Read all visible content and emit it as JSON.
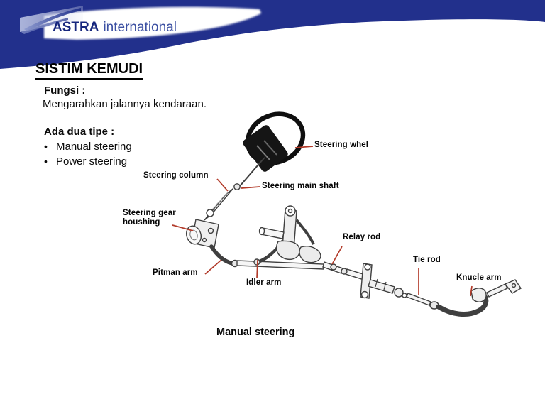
{
  "brand": {
    "name_bold": "ASTRA",
    "name_light": "international"
  },
  "slide": {
    "title": "SISTIM KEMUDI",
    "function_heading": "Fungsi :",
    "function_body": "Mengarahkan jalannya kendaraan.",
    "types_heading": "Ada dua tipe :",
    "bullet_glyph": "•",
    "types": [
      {
        "label": "Manual steering"
      },
      {
        "label": "Power steering"
      }
    ]
  },
  "diagram": {
    "caption": "Manual steering",
    "labels": {
      "steering_wheel": "Steering whel",
      "steering_column": "Steering column",
      "steering_main_shaft": "Steering main shaft",
      "steering_gear_housing": [
        "Steering gear",
        "houshing"
      ],
      "pitman_arm": "Pitman arm",
      "idler_arm": "Idler arm",
      "relay_rod": "Relay rod",
      "tie_rod": "Tie rod",
      "knuckle_arm": "Knucle arm"
    }
  },
  "palette": {
    "header_navy": "#22308c",
    "brand_dark": "#16267d",
    "brand_medium": "#3c50a2",
    "logo_lavender": "#aab3da",
    "leader_red": "#b23b2a",
    "ink": "#0a0a0a"
  }
}
